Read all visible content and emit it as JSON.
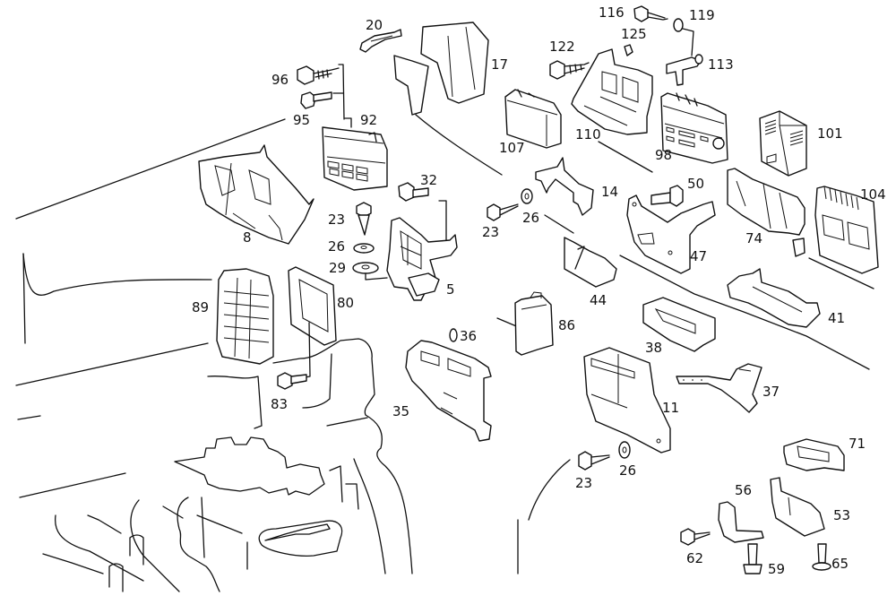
{
  "diagram": {
    "title": "Control modules and mounting brackets – exploded parts view",
    "line_color": "#111111",
    "background": "#ffffff",
    "callouts": [
      {
        "id": "p20",
        "label": "20",
        "part": "clip"
      },
      {
        "id": "p17",
        "label": "17",
        "part": "bracket"
      },
      {
        "id": "p96",
        "label": "96",
        "part": "screw"
      },
      {
        "id": "p95",
        "label": "95",
        "part": "bolt"
      },
      {
        "id": "p92",
        "label": "92",
        "part": "control-module"
      },
      {
        "id": "p8",
        "label": "8",
        "part": "bracket"
      },
      {
        "id": "p32",
        "label": "32",
        "part": "bolt"
      },
      {
        "id": "p23a",
        "label": "23",
        "part": "screw"
      },
      {
        "id": "p26a",
        "label": "26",
        "part": "washer"
      },
      {
        "id": "p29",
        "label": "29",
        "part": "washer"
      },
      {
        "id": "p5",
        "label": "5",
        "part": "bracket"
      },
      {
        "id": "p116",
        "label": "116",
        "part": "screw"
      },
      {
        "id": "p119",
        "label": "119",
        "part": "washer"
      },
      {
        "id": "p125",
        "label": "125",
        "part": "nut-clip"
      },
      {
        "id": "p113",
        "label": "113",
        "part": "bracket"
      },
      {
        "id": "p122",
        "label": "122",
        "part": "screw"
      },
      {
        "id": "p107",
        "label": "107",
        "part": "relay-module"
      },
      {
        "id": "p110",
        "label": "110",
        "part": "bracket"
      },
      {
        "id": "p98",
        "label": "98",
        "part": "control-module"
      },
      {
        "id": "p101",
        "label": "101",
        "part": "relay"
      },
      {
        "id": "p14",
        "label": "14",
        "part": "bracket"
      },
      {
        "id": "p23b",
        "label": "23",
        "part": "screw"
      },
      {
        "id": "p26b",
        "label": "26",
        "part": "washer"
      },
      {
        "id": "p50",
        "label": "50",
        "part": "bolt"
      },
      {
        "id": "p104",
        "label": "104",
        "part": "control-unit"
      },
      {
        "id": "p74",
        "label": "74",
        "part": "holder"
      },
      {
        "id": "p47",
        "label": "47",
        "part": "bracket"
      },
      {
        "id": "p44",
        "label": "44",
        "part": "bracket"
      },
      {
        "id": "p41",
        "label": "41",
        "part": "holder"
      },
      {
        "id": "p89",
        "label": "89",
        "part": "control-module"
      },
      {
        "id": "p80",
        "label": "80",
        "part": "bracket"
      },
      {
        "id": "p86",
        "label": "86",
        "part": "cover"
      },
      {
        "id": "p36",
        "label": "36",
        "part": "washer"
      },
      {
        "id": "p38",
        "label": "38",
        "part": "holder"
      },
      {
        "id": "p83",
        "label": "83",
        "part": "bolt"
      },
      {
        "id": "p35",
        "label": "35",
        "part": "bracket"
      },
      {
        "id": "p37",
        "label": "37",
        "part": "bracket"
      },
      {
        "id": "p11",
        "label": "11",
        "part": "holder"
      },
      {
        "id": "p71",
        "label": "71",
        "part": "holder"
      },
      {
        "id": "p23c",
        "label": "23",
        "part": "screw"
      },
      {
        "id": "p26c",
        "label": "26",
        "part": "washer"
      },
      {
        "id": "p56",
        "label": "56",
        "part": "bracket"
      },
      {
        "id": "p53",
        "label": "53",
        "part": "bracket"
      },
      {
        "id": "p62",
        "label": "62",
        "part": "screw"
      },
      {
        "id": "p59",
        "label": "59",
        "part": "bolt"
      },
      {
        "id": "p65",
        "label": "65",
        "part": "bolt"
      }
    ]
  }
}
